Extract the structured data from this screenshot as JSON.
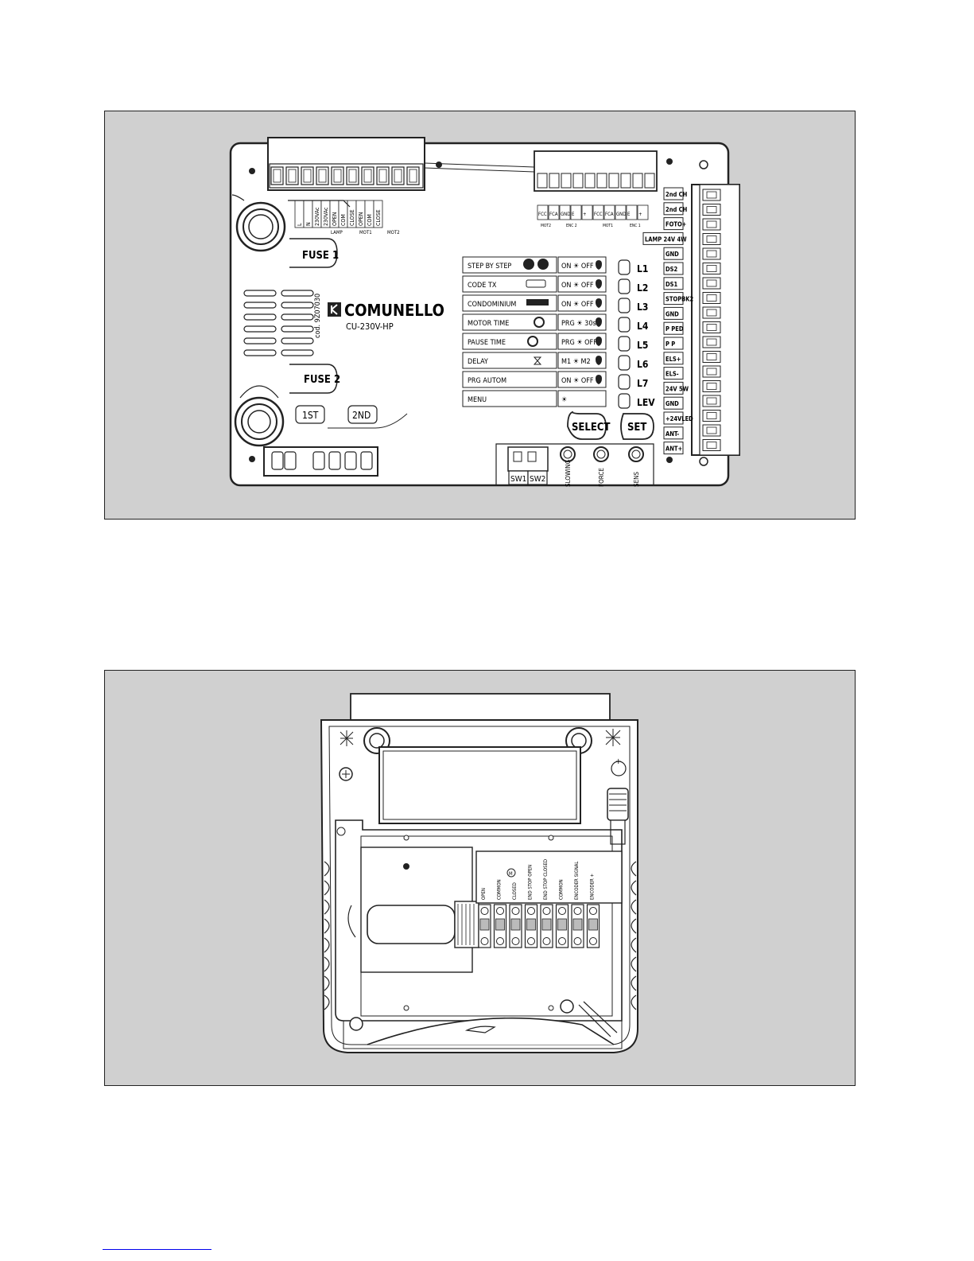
{
  "board": {
    "brand": "COMUNELLO",
    "model": "CU-230V-HP",
    "code": "cod. 9Z07030",
    "fuse1": "FUSE 1",
    "fuse2": "FUSE 2",
    "relay1": "1ST",
    "relay2": "2ND",
    "select": "SELECT",
    "set": "SET",
    "top_terminals": [
      "L",
      "N",
      "230VAc",
      "230VAc",
      "OPEN",
      "COM",
      "CLOSE",
      "OPEN",
      "COM",
      "CLOSE"
    ],
    "top_groups": [
      "LAMP",
      "MOT1",
      "MOT2"
    ],
    "enc_terminals": [
      "FCC",
      "FCA",
      "GND",
      "E",
      "+",
      "FCC",
      "FCA",
      "GND",
      "E",
      "+"
    ],
    "enc_groups": [
      "MOT2",
      "ENC 2",
      "MOT1",
      "ENC 1"
    ],
    "menu": [
      {
        "label": "STEP BY STEP",
        "value": "ON ☀ OFF",
        "led": "L1"
      },
      {
        "label": "CODE TX",
        "value": "ON ☀ OFF",
        "led": "L2"
      },
      {
        "label": "CONDOMINIUM",
        "value": "ON ☀ OFF",
        "led": "L3"
      },
      {
        "label": "MOTOR TIME",
        "value": "PRG ☀ 30s",
        "led": "L4"
      },
      {
        "label": "PAUSE TIME",
        "value": "PRG ☀ OFF",
        "led": "L5"
      },
      {
        "label": "DELAY",
        "value": "M1 ☀ M2",
        "led": "L6"
      },
      {
        "label": "PRG AUTOM",
        "value": "ON ☀ OFF",
        "led": "L7"
      },
      {
        "label": "MENU",
        "value": "☀",
        "led": "LEV"
      }
    ],
    "right_terminals": [
      "2nd CH",
      "2nd CH",
      "FOTO+",
      "LAMP 24V 4W",
      "GND",
      "DS2",
      "DS1",
      "STOPBK2",
      "GND",
      "P PED",
      "P P",
      "ELS+",
      "ELS-",
      "24V 5W",
      "GND",
      "+24VLED",
      "ANT-",
      "ANT+"
    ],
    "switches": [
      "SW1",
      "SW2"
    ],
    "trimmers": [
      "SLOWING",
      "FORCE",
      "SENS"
    ]
  },
  "motor": {
    "terminal_labels": [
      "OPEN",
      "COMMON",
      "CLOSED",
      "END STOP OPEN",
      "END STOP CLOSED",
      "COMMON",
      "ENCODER SIGNAL",
      "ENCODER +"
    ],
    "motor_symbol": "M"
  }
}
